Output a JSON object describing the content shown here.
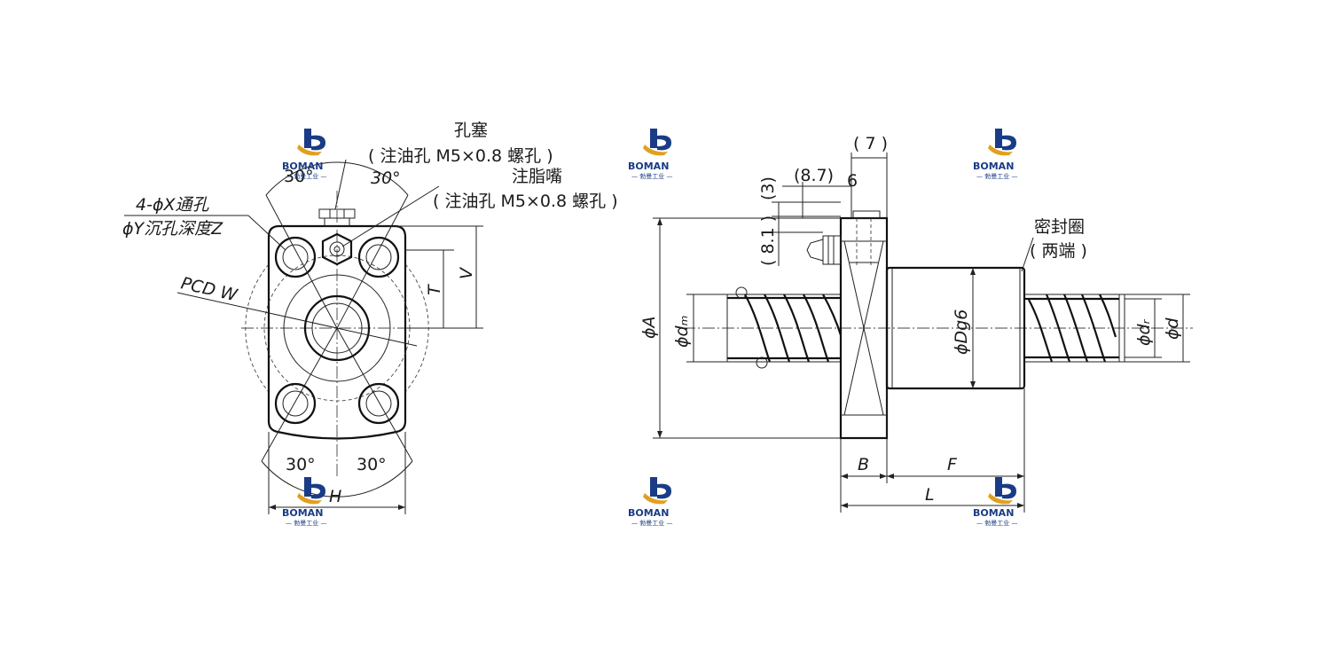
{
  "labels": {
    "oil_plug_title": "孔塞",
    "oil_plug_spec": "( 注油孔 M5×0.8 螺孔 )",
    "grease_nipple_title": "注脂嘴",
    "grease_nipple_spec": "( 注油孔 M5×0.8 螺孔 )",
    "hole_spec_1": "4-ϕX通孔",
    "hole_spec_2": "ϕY沉孔深度Z",
    "pcd": "PCD  W",
    "angle_top_left": "30°",
    "angle_top_right": "30°",
    "angle_bottom_left": "30°",
    "angle_bottom_right": "30°",
    "dim_T": "T",
    "dim_V": "V",
    "dim_H": "H",
    "dim_7": "( 7 )",
    "dim_8_7": "(8.7)",
    "dim_6": "6",
    "dim_3": "(3)",
    "dim_8_1": "( 8.1 )",
    "dim_A": "ϕA",
    "dim_dm": "ϕdₘ",
    "dim_Dg6": "ϕDg6",
    "dim_dr": "ϕdᵣ",
    "dim_d": "ϕd",
    "dim_B": "B",
    "dim_F": "F",
    "dim_L": "L",
    "seal_title": "密封圈",
    "seal_sub": "( 两端 )"
  },
  "logo": {
    "name": "BOMAN",
    "sub": "— 勃曼工业 —",
    "color_primary": "#1a3c86",
    "color_accent": "#e0a020"
  }
}
